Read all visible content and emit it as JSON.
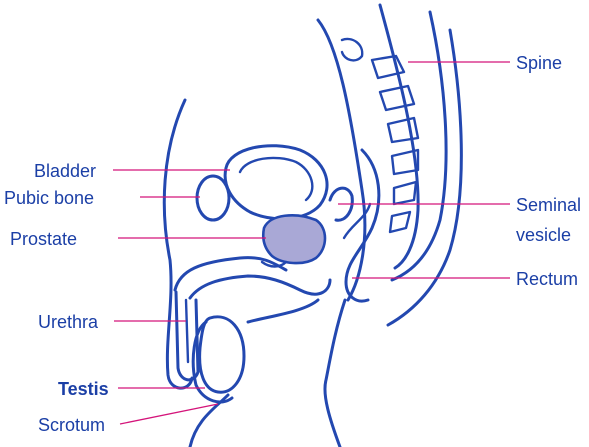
{
  "labels": {
    "spine": "Spine",
    "bladder": "Bladder",
    "pubic_bone": "Pubic bone",
    "prostate": "Prostate",
    "seminal_vesicle_line1": "Seminal",
    "seminal_vesicle_line2": "vesicle",
    "rectum": "Rectum",
    "urethra": "Urethra",
    "testis": "Testis",
    "scrotum": "Scrotum"
  },
  "colors": {
    "outline": "#2348b0",
    "label_text": "#1b3fa6",
    "leader_line": "#d4147a",
    "prostate_fill": "#a9a8d6",
    "background": "#ffffff"
  }
}
